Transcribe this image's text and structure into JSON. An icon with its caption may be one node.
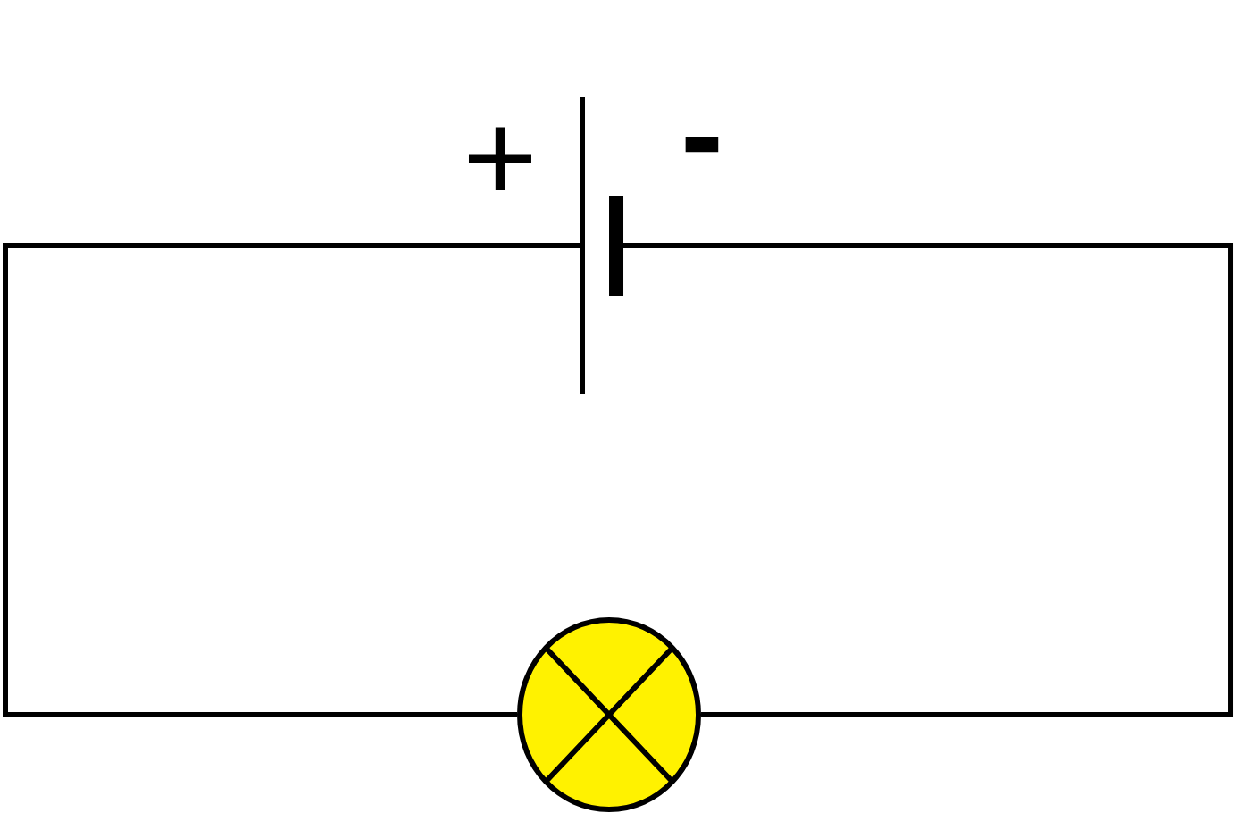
{
  "diagram": {
    "nodes": [
      {
        "text": [],
        "shape": "picture",
        "beside": [
          "+",
          "-"
        ]
      },
      {
        "text": [],
        "shape": "circle"
      }
    ],
    "edges": [
      {
        "from": 0,
        "to": 1,
        "arrow": "none"
      },
      {
        "from": 0,
        "to": 1,
        "arrow": "none"
      }
    ]
  }
}
